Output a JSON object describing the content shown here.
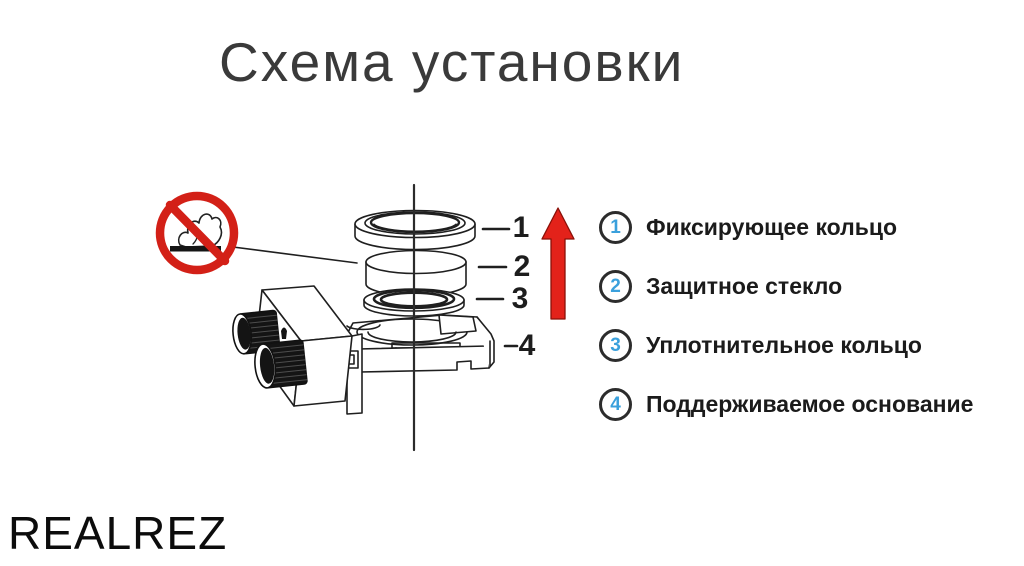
{
  "slide": {
    "title": "Схема установки",
    "watermark": "REALREZ",
    "background": "#ffffff"
  },
  "diagram": {
    "part_numbers": [
      "1",
      "2",
      "3",
      "4"
    ],
    "arrow_color": "#e3221a",
    "prohibition_sign_color": "#d32017",
    "line_color": "#1f1f1f",
    "icons": [
      "no-touch-icon",
      "up-arrow-icon"
    ]
  },
  "legend": {
    "number_color": "#3aa0dc",
    "items": [
      {
        "number": "1",
        "label": "Фиксирующее кольцо"
      },
      {
        "number": "2",
        "label": "Защитное стекло"
      },
      {
        "number": "3",
        "label": "Уплотнительное кольцо"
      },
      {
        "number": "4",
        "label": "Поддерживаемое основание"
      }
    ]
  }
}
